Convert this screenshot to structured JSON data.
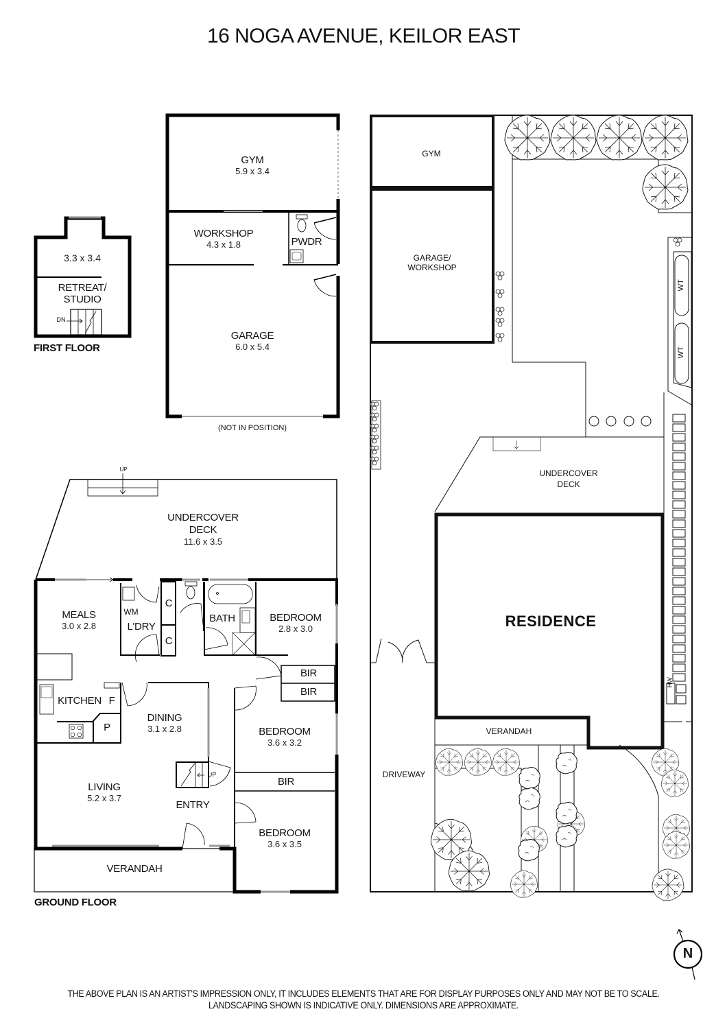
{
  "title": "16 NOGA AVENUE, KEILOR EAST",
  "first_floor": {
    "label": "FIRST FLOOR",
    "rooms": [
      {
        "name": "RETREAT/",
        "name2": "STUDIO",
        "dims": "3.3 x 3.4"
      }
    ],
    "stair_label": "DN"
  },
  "outbuilding": {
    "rooms": [
      {
        "name": "GYM",
        "dims": "5.9 x 3.4"
      },
      {
        "name": "WORKSHOP",
        "dims": "4.3 x 1.8"
      },
      {
        "name": "PWDR",
        "dims": ""
      },
      {
        "name": "GARAGE",
        "dims": "6.0 x 5.4"
      }
    ],
    "note": "(NOT IN POSITION)"
  },
  "ground_floor": {
    "label": "GROUND FLOOR",
    "stair_up_label": "UP",
    "rooms": [
      {
        "name": "UNDERCOVER",
        "name2": "DECK",
        "dims": "11.6 x 3.5"
      },
      {
        "name": "MEALS",
        "dims": "3.0 x 2.8"
      },
      {
        "name": "WM",
        "dims": ""
      },
      {
        "name": "L'DRY",
        "dims": ""
      },
      {
        "name": "C",
        "dims": ""
      },
      {
        "name": "C",
        "dims": ""
      },
      {
        "name": "BATH",
        "dims": ""
      },
      {
        "name": "BEDROOM",
        "dims": "2.8 x 3.0"
      },
      {
        "name": "BIR",
        "dims": ""
      },
      {
        "name": "BIR",
        "dims": ""
      },
      {
        "name": "KITCHEN",
        "dims": ""
      },
      {
        "name": "F",
        "dims": ""
      },
      {
        "name": "P",
        "dims": ""
      },
      {
        "name": "DINING",
        "dims": "3.1 x 2.8"
      },
      {
        "name": "BEDROOM",
        "dims": "3.6 x 3.2"
      },
      {
        "name": "BIR",
        "dims": ""
      },
      {
        "name": "LIVING",
        "dims": "5.2 x 3.7"
      },
      {
        "name": "ENTRY",
        "dims": ""
      },
      {
        "name": "BEDROOM",
        "dims": "3.6 x 3.5"
      },
      {
        "name": "VERANDAH",
        "dims": ""
      }
    ]
  },
  "site_plan": {
    "labels": {
      "gym": "GYM",
      "garage_workshop_1": "GARAGE/",
      "garage_workshop_2": "WORKSHOP",
      "water_tank_1": "WT",
      "water_tank_2": "WT",
      "undercover_deck_1": "UNDERCOVER",
      "undercover_deck_2": "DECK",
      "residence": "RESIDENCE",
      "hot_water": "HW",
      "verandah": "VERANDAH",
      "driveway": "DRIVEWAY"
    }
  },
  "compass": {
    "label": "N"
  },
  "disclaimer": {
    "line1": "THE ABOVE PLAN IS AN ARTIST'S IMPRESSION ONLY, IT INCLUDES ELEMENTS THAT ARE FOR DISPLAY PURPOSES ONLY AND MAY NOT BE TO SCALE.",
    "line2": "LANDSCAPING SHOWN IS INDICATIVE ONLY. DIMENSIONS ARE APPROXIMATE."
  },
  "colors": {
    "wall": "#000000",
    "line": "#222222",
    "window": "#999999",
    "background": "#ffffff"
  }
}
